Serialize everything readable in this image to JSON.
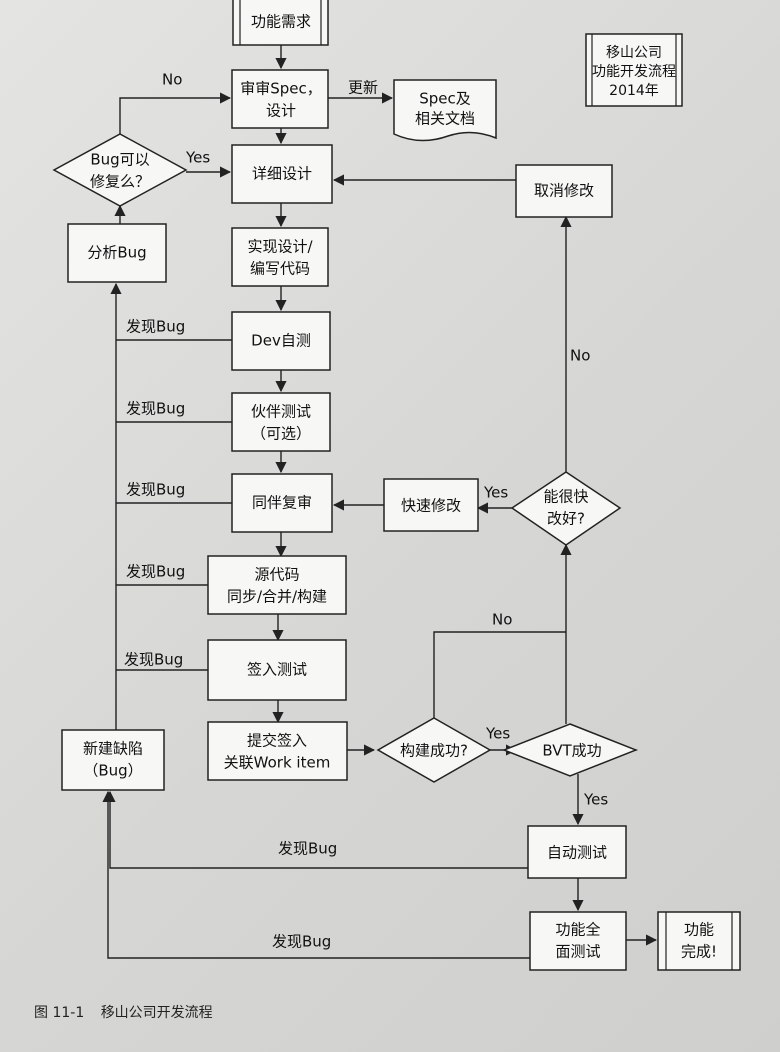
{
  "nodes": {
    "requirement": "功能需求",
    "spec_review": [
      "审审Spec，",
      "设计"
    ],
    "spec_docs": [
      "Spec及",
      "相关文档"
    ],
    "bug_fixable": [
      "Bug可以",
      "修复么？"
    ],
    "detail_design": "详细设计",
    "cancel_change": "取消修改",
    "analyze_bug": "分析Bug",
    "implement": [
      "实现设计/",
      "编写代码"
    ],
    "dev_test": "Dev自测",
    "buddy_test": [
      "伙伴测试",
      "（可选）"
    ],
    "peer_review": "同伴复审",
    "quick_fix": "快速修改",
    "can_fix_fast": [
      "能很快",
      "改好?"
    ],
    "source_build": [
      "源代码",
      "同步/合并/构建"
    ],
    "checkin_test": "签入测试",
    "submit_checkin": [
      "提交签入",
      "关联Work item"
    ],
    "build_ok": "构建成功?",
    "bvt_ok": "BVT成功",
    "new_bug": [
      "新建缺陷",
      "（Bug）"
    ],
    "auto_test": "自动测试",
    "full_test": [
      "功能全",
      "面测试"
    ],
    "done": [
      "功能",
      "完成!"
    ],
    "title_box": [
      "移山公司",
      "功能开发流程",
      "2014年"
    ]
  },
  "edge_labels": {
    "no": "No",
    "yes": "Yes",
    "update": "更新",
    "found_bug": "发现Bug"
  },
  "caption": {
    "number": "图 11-1",
    "text": "移山公司开发流程"
  }
}
